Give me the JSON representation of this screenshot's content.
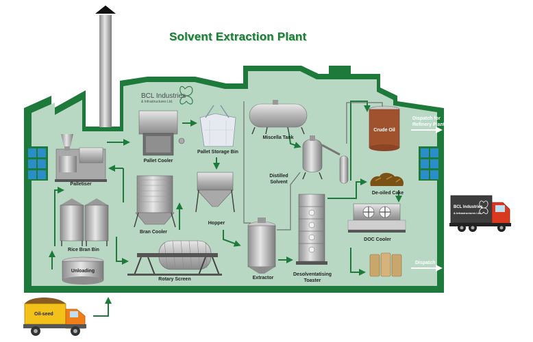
{
  "title": "Solvent Extraction Plant",
  "brand": {
    "name": "BCL Industries",
    "sub": "& Infrastructures Ltd."
  },
  "labels": {
    "palletiser": "Palletiser",
    "pallet_cooler": "Pallet Cooler",
    "pallet_storage_bin": "Pallet Storage Bin",
    "miscella_tank": "Miscella Tank",
    "crude_oil": "Crude Oil",
    "distilled_solvent_1": "Distilled",
    "distilled_solvent_2": "Solvent",
    "deoiled_cake": "De-oiled Cake",
    "bran_cooler": "Bran Cooler",
    "hopper": "Hopper",
    "rice_bran_bin": "Rice Bran Bin",
    "unloading": "Unloading",
    "rotary_screen": "Rotary Screen",
    "extractor": "Extractor",
    "desolventising_toaster_1": "Desolventatising",
    "desolventising_toaster_2": "Toaster",
    "doc_cooler": "DOC Cooler"
  },
  "outputs": {
    "refinery_1": "Dispatch for",
    "refinery_2": "Refinery Plant",
    "dispatch": "Dispatch"
  },
  "trucks": {
    "oil_seed": "Oil-seed",
    "brand_1": "BCL Industries",
    "brand_2": "& Infrastructures Ltd."
  },
  "colors": {
    "building": "#1d7a3b",
    "interior": "#b8d8c4",
    "arrow": "#1d7a3b",
    "steel": "#b9b9b9",
    "crude_oil": "#a0522d",
    "window": "#2a8ec9"
  }
}
